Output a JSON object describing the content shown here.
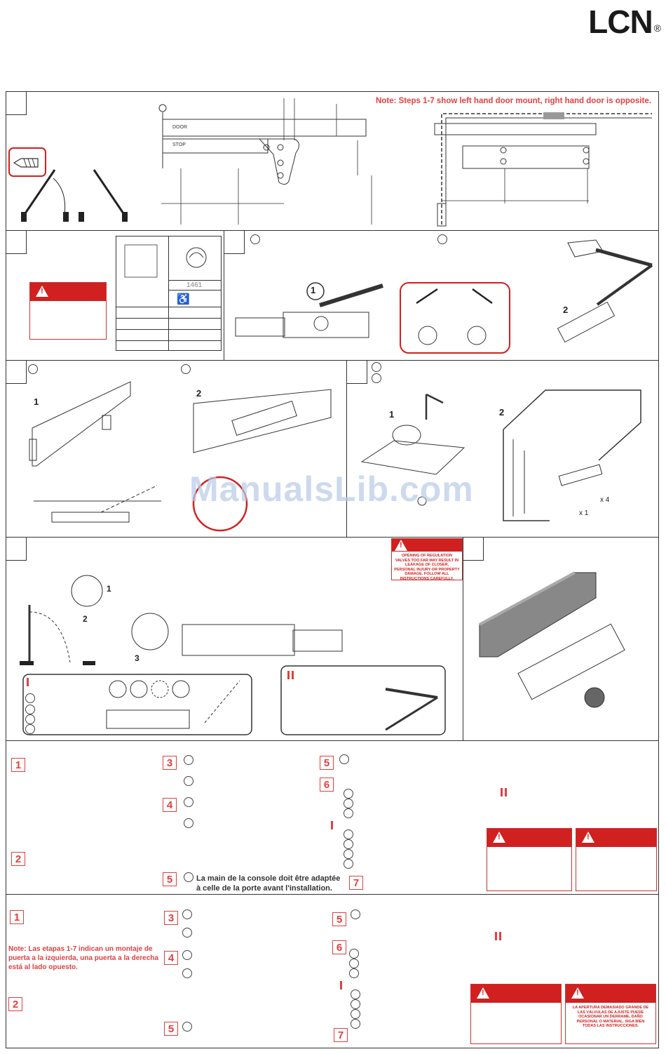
{
  "brand": {
    "name": "LCN",
    "mark": "®"
  },
  "notes": {
    "top_note": "Note: Steps 1-7 show left hand door mount, right hand door is opposite.",
    "spanish_note": "Note: Las etapas 1-7 indican un montaje de puerta a la izquierda, una puerta a la derecha está al lado opuesto.",
    "french_step5": "La main de la console doit être adaptée à celle de la porte avant l'installation."
  },
  "diagram_labels": {
    "door": "DOOR",
    "stop": "STOP",
    "model": "1461",
    "x4": "x 4",
    "x1": "x 1"
  },
  "warnings": {
    "valve_warning": "OPENING OF REGULATION VALVES TOO FAR MAY RESULT IN LEAKAGE OF CLOSER, PERSONAL INJURY OR PROPERTY DAMAGE. FOLLOW ALL INSTRUCTIONS CAREFULLY.",
    "spanish_warning": "LA APERTURA DEMASIADO GRANDE DE LAS VÁLVULAS DE AJUSTE PUEDE OCASIONAR UN DERRAME, DAÑO PERSONAL O MATERIAL. SIGA BIEN TODAS LAS INSTRUCCIONES."
  },
  "french_steps": [
    "1",
    "2",
    "3",
    "4",
    "5",
    "5",
    "6",
    "7"
  ],
  "spanish_steps": [
    "1",
    "2",
    "3",
    "4",
    "5",
    "5",
    "6",
    "7"
  ],
  "circle_numbers": {
    "one": "1",
    "two": "2",
    "three": "3"
  },
  "watermark": "ManualsLib.com",
  "colors": {
    "accent_red": "#e04040",
    "warning_red": "#d02020",
    "line": "#333333"
  }
}
